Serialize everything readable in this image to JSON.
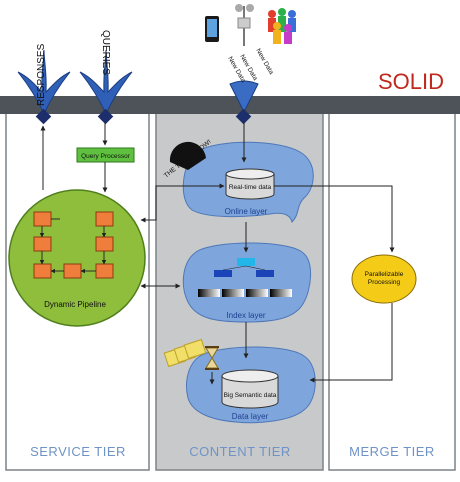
{
  "title": "SOLID",
  "tiers": {
    "service": "SERVICE TIER",
    "content": "CONTENT TIER",
    "merge": "MERGE TIER"
  },
  "top_labels": {
    "responses": "RESPONSES",
    "queries": "QUERIES",
    "new_data": [
      "New Data",
      "New Data",
      "New Data"
    ]
  },
  "service": {
    "query_processor": "Query Processor",
    "pipeline": "Dynamic Pipeline"
  },
  "content": {
    "time_banner": "THE TIME IS NOW!",
    "realtime_db": "Real-time data",
    "online_layer": "Online layer",
    "index_layer": "Index layer",
    "big_data_db": "Big Semantic data",
    "data_layer": "Data layer"
  },
  "merge": {
    "process_line1": "Parallelizable",
    "process_line2": "Processing"
  },
  "colors": {
    "bar": "#4d5358",
    "content_panel": "#c7c9cb",
    "cloud": "#7fa6dc",
    "pipeline": "#8fbd3c",
    "pipeline_box": "#ef7d3b",
    "query_box": "#5fc03f",
    "merge_node": "#f4cb16",
    "solid": "#c0281e",
    "tier_text": "#6f93c6"
  }
}
